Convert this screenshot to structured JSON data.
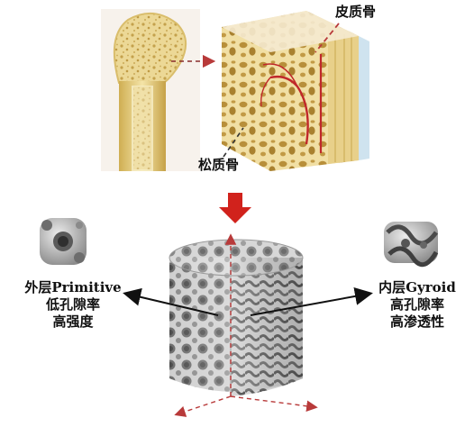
{
  "labels": {
    "cortical_bone": "皮质骨",
    "cancellous_bone": "松质骨"
  },
  "outer_layer": {
    "title_zh": "外层",
    "title_en": "Primitive",
    "line2": "低孔隙率",
    "line3": "高强度"
  },
  "inner_layer": {
    "title_zh": "内层",
    "title_en": "Gyroid",
    "line2": "高孔隙率",
    "line3": "高渗透性"
  },
  "colors": {
    "bone": "#e8d48c",
    "bone_shadow": "#c9a94e",
    "cortical_band": "#e6cf8a",
    "periosteum": "#cfe3ef",
    "vessel": "#c0282a",
    "arrow_red": "#d1221c",
    "dashed_red": "#b83a3a",
    "metal_light": "#d9d9d9",
    "metal_dark": "#7f7f7f",
    "text": "#111111"
  },
  "icons": {
    "down_arrow": "thick-red-down-arrow",
    "pointer_arrows": "black-arrows",
    "unit_cells": [
      "primitive-unit-cell",
      "gyroid-unit-cell"
    ]
  }
}
